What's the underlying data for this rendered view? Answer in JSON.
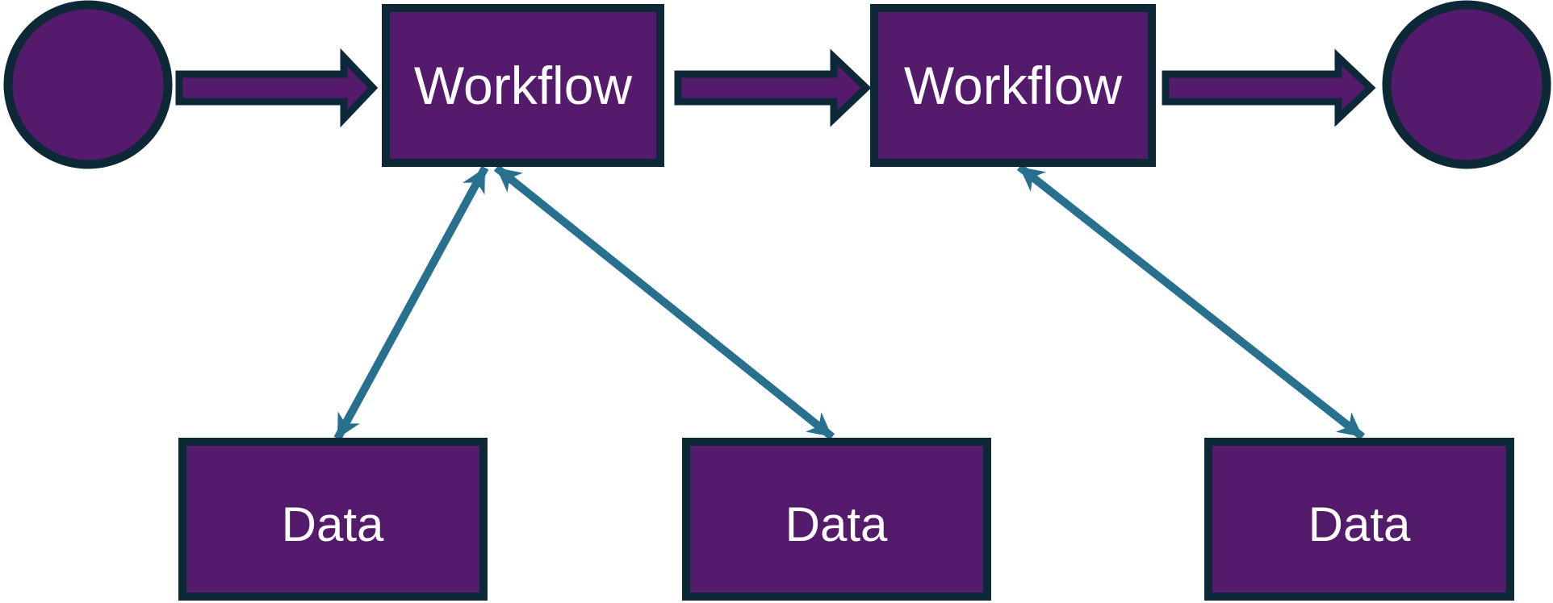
{
  "diagram": {
    "type": "flowchart",
    "background": "#ffffff",
    "colors": {
      "node_fill": "#541A6B",
      "node_border": "#0D2938",
      "connector": "#27718F",
      "label_text": "#FFFFFF"
    },
    "nodes": [
      {
        "id": "start-terminator",
        "shape": "circle",
        "label": ""
      },
      {
        "id": "workflow-1",
        "shape": "rectangle",
        "label": "Workflow"
      },
      {
        "id": "workflow-2",
        "shape": "rectangle",
        "label": "Workflow"
      },
      {
        "id": "end-terminator",
        "shape": "circle",
        "label": ""
      },
      {
        "id": "data-1",
        "shape": "rectangle",
        "label": "Data"
      },
      {
        "id": "data-2",
        "shape": "rectangle",
        "label": "Data"
      },
      {
        "id": "data-3",
        "shape": "rectangle",
        "label": "Data"
      }
    ],
    "connectors": [
      {
        "from": "start-terminator",
        "to": "workflow-1",
        "style": "block-arrow",
        "heads": "end"
      },
      {
        "from": "workflow-1",
        "to": "workflow-2",
        "style": "block-arrow",
        "heads": "end"
      },
      {
        "from": "workflow-2",
        "to": "end-terminator",
        "style": "block-arrow",
        "heads": "end"
      },
      {
        "from": "workflow-1",
        "to": "data-1",
        "style": "line-arrow",
        "heads": "both"
      },
      {
        "from": "workflow-1",
        "to": "data-2",
        "style": "line-arrow",
        "heads": "both"
      },
      {
        "from": "workflow-2",
        "to": "data-3",
        "style": "line-arrow",
        "heads": "both"
      }
    ]
  }
}
